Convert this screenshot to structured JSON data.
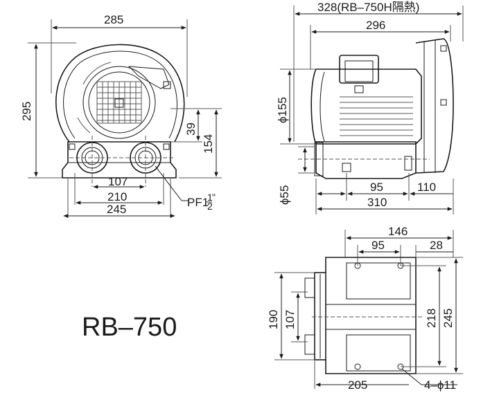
{
  "model_label": "RB–750",
  "front_view": {
    "dim_width": "285",
    "dim_height": "295",
    "dim_39": "39",
    "dim_154": "154",
    "dim_107": "107",
    "dim_210": "210",
    "dim_245": "245",
    "port_label_prefix": "PF1",
    "port_label_fraction_num": "1",
    "port_label_fraction_den": "2",
    "port_label_suffix": "\""
  },
  "side_view": {
    "dim_328": "328(RB–750H隔熱)",
    "dim_296": "296",
    "dim_d155": "ϕ155",
    "dim_d55": "ϕ55",
    "dim_95": "95",
    "dim_110": "110",
    "dim_310": "310"
  },
  "base_view": {
    "dim_146": "146",
    "dim_95": "95",
    "dim_28": "28",
    "dim_190": "190",
    "dim_107": "107",
    "dim_218": "218",
    "dim_245": "245",
    "dim_205": "205",
    "hole_label": "4–ϕ11"
  }
}
